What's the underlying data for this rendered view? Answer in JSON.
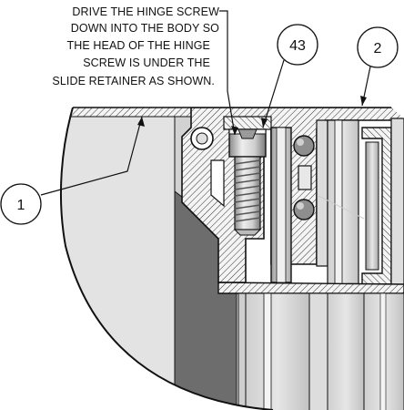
{
  "note": {
    "lines": [
      "DRIVE THE HINGE SCREW",
      "DOWN INTO THE BODY SO",
      "THE HEAD OF THE HINGE",
      "SCREW IS UNDER THE",
      "SLIDE RETAINER AS SHOWN."
    ]
  },
  "callouts": [
    {
      "id": "1",
      "label": "1"
    },
    {
      "id": "2",
      "label": "2"
    },
    {
      "id": "43",
      "label": "43"
    }
  ],
  "colors": {
    "line": "#111111",
    "hatch": "#333333",
    "panel_light": "#dcdcdc",
    "panel_mid": "#b9b9b9",
    "panel_dark": "#6d6d6d",
    "steel": "#c7c7c7",
    "background": "#ffffff"
  }
}
